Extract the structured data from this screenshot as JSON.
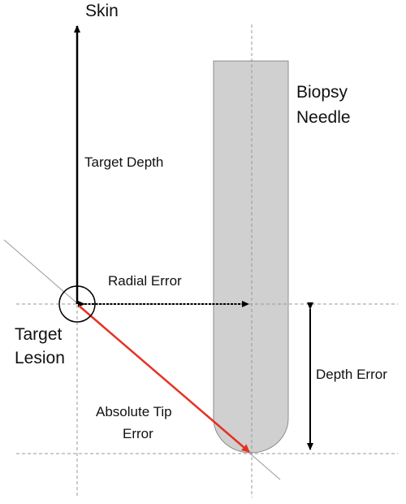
{
  "labels": {
    "skin": "Skin",
    "biopsy": "Biopsy",
    "needle": "Needle",
    "target_depth": "Target Depth",
    "radial_error": "Radial Error",
    "target": "Target",
    "lesion": "Lesion",
    "depth_error": "Depth Error",
    "absolute_tip": "Absolute Tip",
    "error": "Error"
  },
  "colors": {
    "needle_fill": "#d0d0d0",
    "needle_stroke": "#8c8c8c",
    "axis_line": "#000000",
    "guide_line": "#999999",
    "tip_error_arrow": "#e53222"
  }
}
